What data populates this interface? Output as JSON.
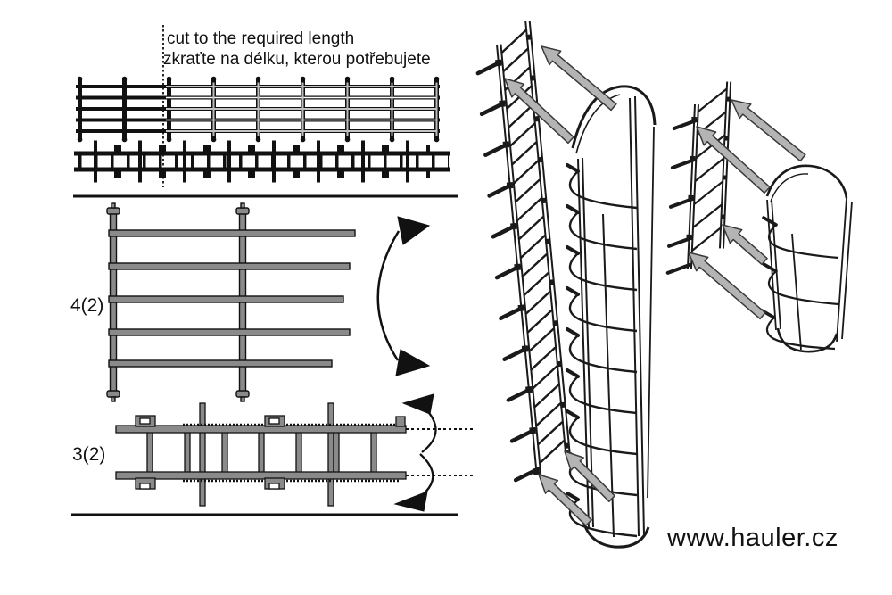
{
  "notes": {
    "cut_en": "cut to the required length",
    "cut_cs": "zkraťte na délku, kterou potřebujete"
  },
  "parts": [
    {
      "label": "4(2)"
    },
    {
      "label": "3(2)"
    }
  ],
  "footer": {
    "website": "www.hauler.cz"
  },
  "icons": {
    "assembly_arrow": "assembly-direction-arrow",
    "rotate_arrow": "rotate-part-arrow",
    "flip_arrow": "flip-part-arrow",
    "cut_line": "dotted-cut-line"
  },
  "colors": {
    "background": "#ffffff",
    "line": "#111111",
    "part_gray": "#8a8a8a",
    "arrow_fill": "#b4b4b4",
    "arrow_outline": "#3a3a3a"
  }
}
